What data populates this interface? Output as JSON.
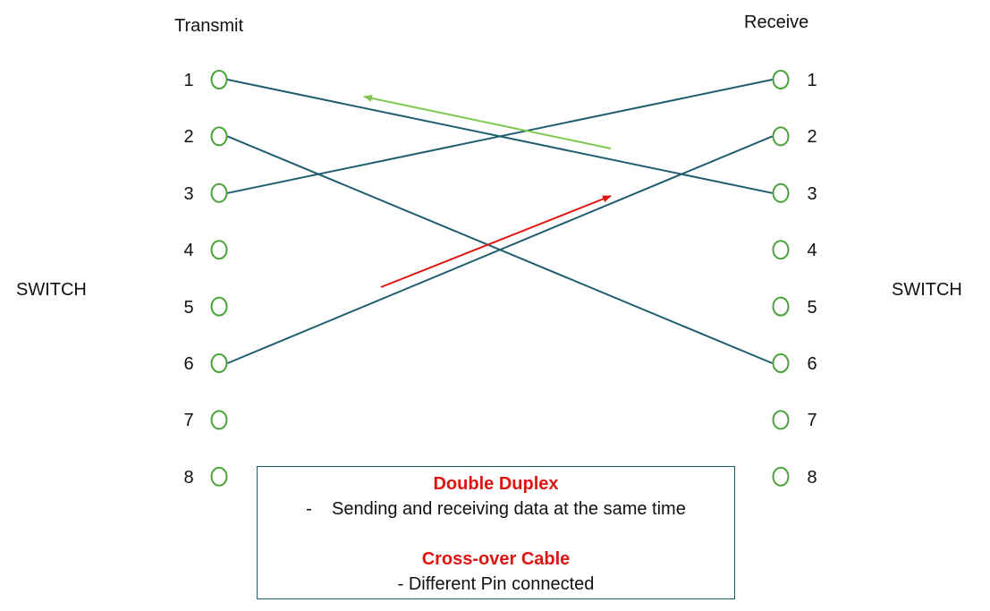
{
  "labels": {
    "transmit": "Transmit",
    "receive": "Receive",
    "left_device": "SWITCH",
    "right_device": "SWITCH"
  },
  "pins": [
    "1",
    "2",
    "3",
    "4",
    "5",
    "6",
    "7",
    "8"
  ],
  "connections": [
    {
      "from": 1,
      "to": 3
    },
    {
      "from": 2,
      "to": 6
    },
    {
      "from": 3,
      "to": 1
    },
    {
      "from": 6,
      "to": 2
    }
  ],
  "arrows": [
    {
      "color": "#7ec850",
      "direction": "receive-to-transmit"
    },
    {
      "color": "#e0140f",
      "direction": "transmit-to-receive"
    }
  ],
  "colors": {
    "wire": "#1f5e6e",
    "pin": "#4aa23a",
    "title": "#e0140f"
  },
  "note": {
    "title1": "Double Duplex",
    "line1": "-    Sending and receiving data at the same time",
    "title2": "Cross-over Cable",
    "line2": "- Different Pin connected"
  }
}
